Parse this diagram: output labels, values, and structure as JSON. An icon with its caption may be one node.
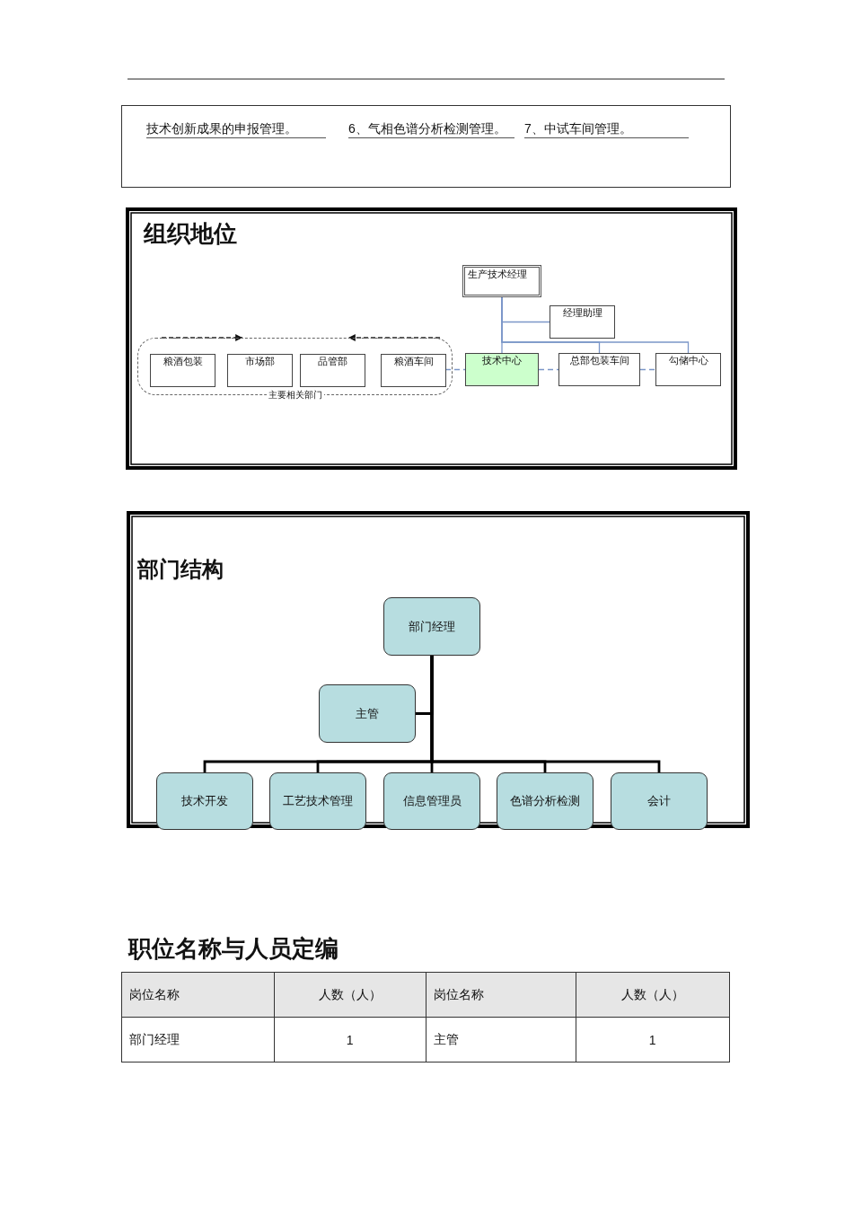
{
  "diagram": {
    "nodes": [
      {
        "text": [
          "生产技术经理"
        ]
      },
      {
        "text": [
          "经理助理"
        ]
      },
      {
        "text": [
          "主要相关部门"
        ]
      },
      {
        "text": [
          "粮酒包装"
        ],
        "in": 2
      },
      {
        "text": [
          "市场部"
        ],
        "in": 2
      },
      {
        "text": [
          "品管部"
        ],
        "in": 2
      },
      {
        "text": [
          "粮酒车间"
        ],
        "in": 2
      },
      {
        "text": [
          "技术中心"
        ]
      },
      {
        "text": [
          "总部包装车间"
        ]
      },
      {
        "text": [
          "勾储中心"
        ]
      },
      {
        "text": [
          "部门经理"
        ]
      },
      {
        "text": [
          "主管"
        ]
      },
      {
        "text": [
          "技术开发"
        ]
      },
      {
        "text": [
          "工艺技术管理"
        ]
      },
      {
        "text": [
          "信息管理员"
        ]
      },
      {
        "text": [
          "色谱分析检测"
        ]
      },
      {
        "text": [
          "会计"
        ]
      }
    ],
    "edges": [
      {
        "from": 0,
        "to": 1,
        "arrow": "none",
        "color": "#7b96c8"
      },
      {
        "from": 0,
        "to": 7,
        "arrow": "none",
        "color": "#7b96c8"
      },
      {
        "from": 0,
        "to": 8,
        "arrow": "none",
        "color": "#7b96c8"
      },
      {
        "from": 0,
        "to": 9,
        "arrow": "none",
        "color": "#7b96c8"
      },
      {
        "from": 6,
        "to": 7,
        "arrow": "none",
        "style": "dashed",
        "color": "#7b96c8"
      },
      {
        "from": 7,
        "to": 8,
        "arrow": "none",
        "style": "dashed",
        "color": "#7b96c8"
      },
      {
        "from": 8,
        "to": 9,
        "arrow": "none",
        "style": "dashed",
        "color": "#7b96c8"
      },
      {
        "from": 10,
        "to": 11,
        "arrow": "none",
        "color": "#000000"
      },
      {
        "from": 10,
        "to": 12,
        "arrow": "none",
        "color": "#000000"
      },
      {
        "from": 10,
        "to": 13,
        "arrow": "none",
        "color": "#000000"
      },
      {
        "from": 10,
        "to": 14,
        "arrow": "none",
        "color": "#000000"
      },
      {
        "from": 10,
        "to": 15,
        "arrow": "none",
        "color": "#000000"
      },
      {
        "from": 10,
        "to": 16,
        "arrow": "none",
        "color": "#000000"
      }
    ],
    "labels": [
      "技术创新成果的申报管理。",
      "6、气相色谱分析检测管理。",
      "7、中试车间管理。",
      "组织地位",
      "部门结构",
      "职位名称与人员定编",
      "岗位名称",
      "人数（人）",
      "岗位名称",
      "人数（人）",
      "部门经理",
      "1",
      "主管",
      "1"
    ]
  }
}
